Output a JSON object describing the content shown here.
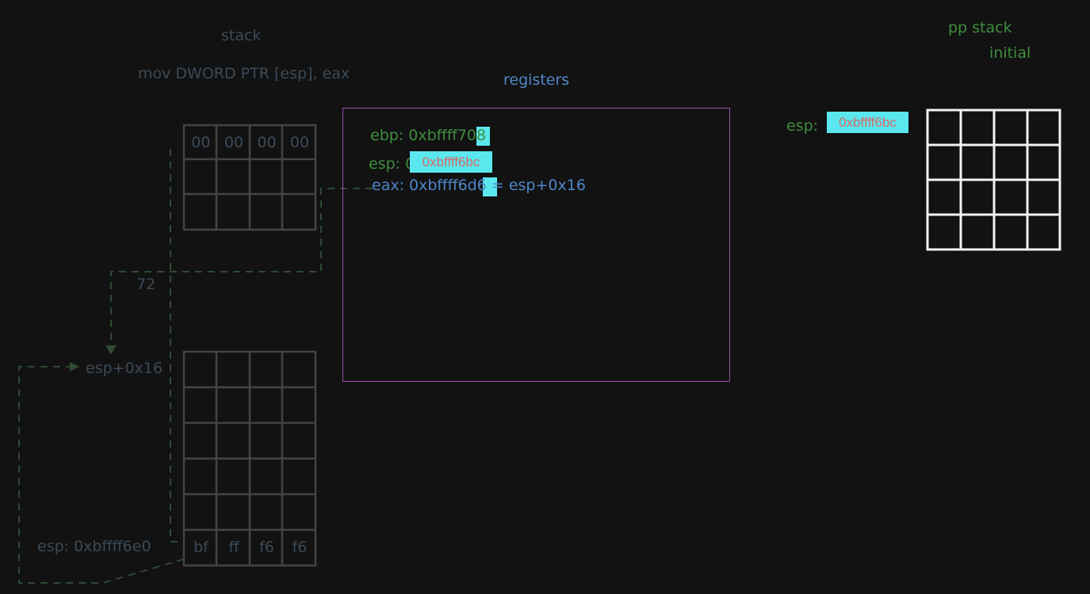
{
  "labels": {
    "stack_title": "stack",
    "instruction": "mov DWORD PTR [esp], eax",
    "registers_title": "registers",
    "pp_stack": "pp stack",
    "initial": "initial",
    "offset": "72",
    "esp_plus": "esp+0x16",
    "esp_bottom": "esp: 0xbffff6e0"
  },
  "registers": {
    "ebp": "ebp: 0xbffff708",
    "esp_prefix": "esp: 0",
    "esp_value": "0xbffff6bc",
    "eax": "eax: 0xbffff6d6 = esp+0x16"
  },
  "right_panel": {
    "esp_prefix": "esp:",
    "esp_value": "0xbffff6bc"
  },
  "top_stack_cells": [
    "00",
    "00",
    "00",
    "00"
  ],
  "bottom_stack_cells": [
    "bf",
    "ff",
    "f6",
    "f6"
  ],
  "colors": {
    "grid_dim": "#444444",
    "grid_white": "#f2f2f2",
    "highlight": "#5ae8ee",
    "highlight_text": "#d36b6b",
    "arrow": "#2e4a33",
    "register_box": "#9a4db3"
  }
}
